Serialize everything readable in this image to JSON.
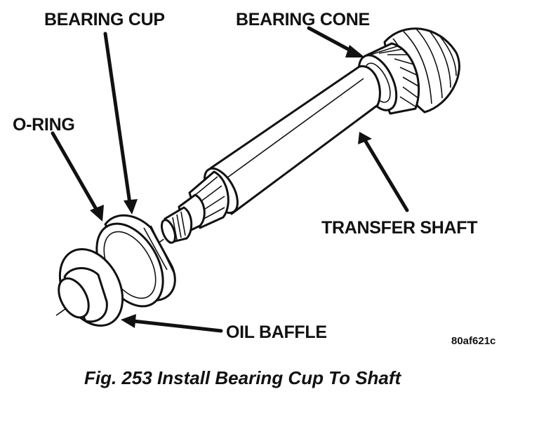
{
  "labels": {
    "bearing_cup": "BEARING CUP",
    "bearing_cone": "BEARING CONE",
    "o_ring": "O-RING",
    "transfer_shaft": "TRANSFER SHAFT",
    "oil_baffle": "OIL BAFFLE"
  },
  "figure_code": "80af621c",
  "caption": "Fig. 253 Install Bearing Cup To Shaft",
  "colors": {
    "ink": "#111111",
    "paper": "#ffffff"
  }
}
